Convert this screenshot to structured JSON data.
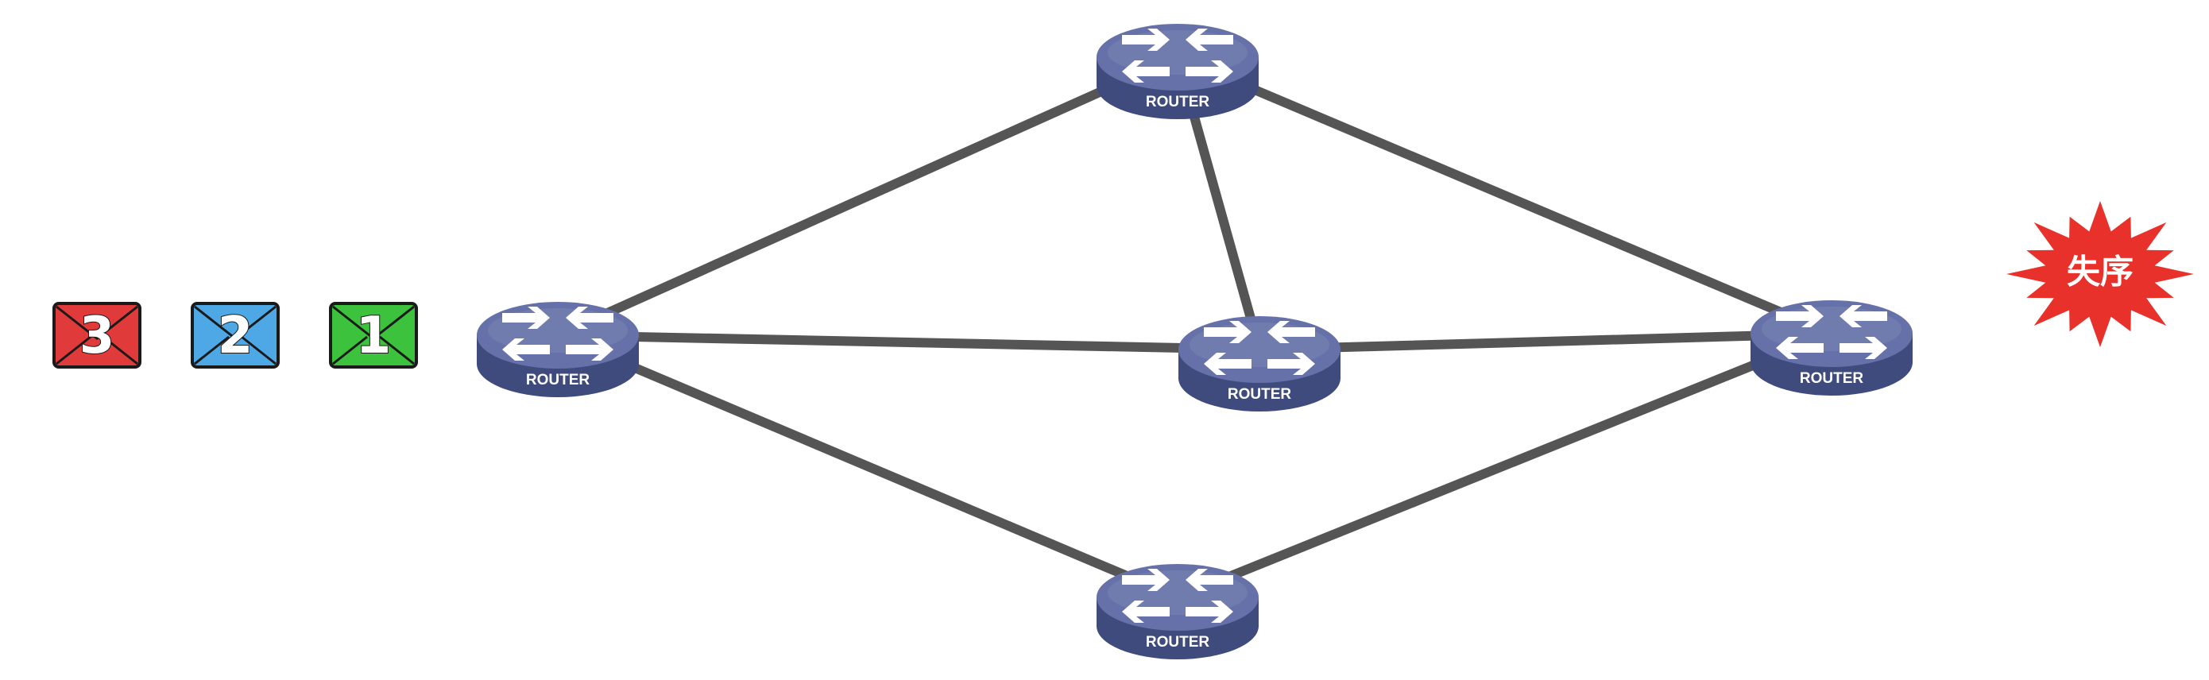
{
  "colors": {
    "router_top": "#6571a8",
    "router_side": "#3f4a7d",
    "link": "#555555",
    "burst": "#e8312a"
  },
  "routers": [
    {
      "id": "r-left",
      "label": "ROUTER"
    },
    {
      "id": "r-top",
      "label": "ROUTER"
    },
    {
      "id": "r-center",
      "label": "ROUTER"
    },
    {
      "id": "r-right",
      "label": "ROUTER"
    },
    {
      "id": "r-bottom",
      "label": "ROUTER"
    }
  ],
  "links": [
    [
      "r-left",
      "r-top"
    ],
    [
      "r-left",
      "r-center"
    ],
    [
      "r-left",
      "r-bottom"
    ],
    [
      "r-top",
      "r-center"
    ],
    [
      "r-top",
      "r-right"
    ],
    [
      "r-center",
      "r-right"
    ],
    [
      "r-bottom",
      "r-right"
    ]
  ],
  "packets": [
    {
      "number": "3",
      "color": "#e13a3a"
    },
    {
      "number": "2",
      "color": "#4ea8e6"
    },
    {
      "number": "1",
      "color": "#3cc23c"
    }
  ],
  "burst": {
    "text": "失序",
    "icon": "starburst-icon"
  }
}
